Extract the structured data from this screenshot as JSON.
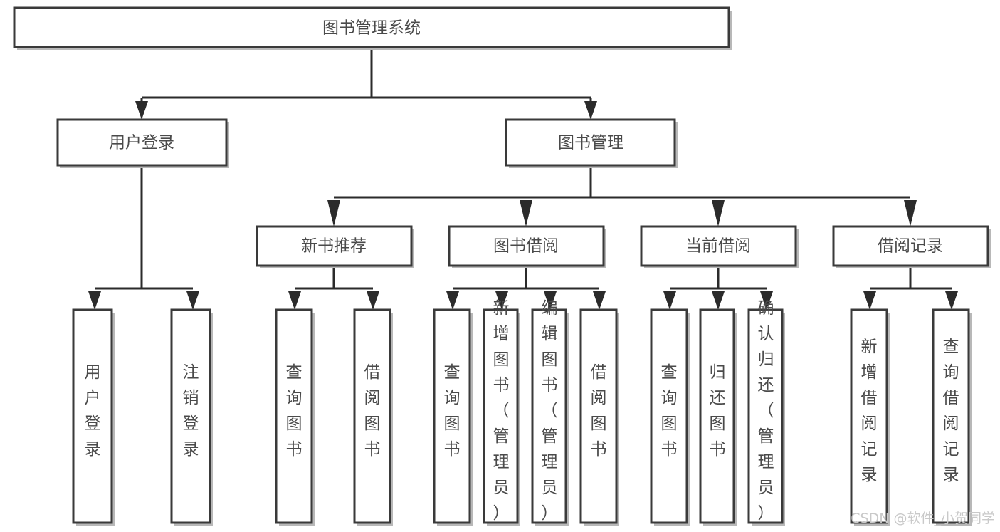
{
  "diagram": {
    "title": "图书管理系统",
    "type": "hierarchy-tree",
    "colors": {
      "box_border": "#3a3a3a",
      "box_fill": "#ffffff",
      "connector": "#2b2b2b",
      "label_text": "#4a4a4a",
      "watermark": "#c9c9c9",
      "background": "#ffffff"
    },
    "nodes": {
      "root": {
        "label": "图书管理系统"
      },
      "level2": [
        {
          "id": "user-login",
          "label": "用户登录"
        },
        {
          "id": "book-management",
          "label": "图书管理"
        }
      ],
      "level3": [
        {
          "id": "new-book-recommend",
          "label": "新书推荐"
        },
        {
          "id": "book-borrow",
          "label": "图书借阅"
        },
        {
          "id": "current-borrow",
          "label": "当前借阅"
        },
        {
          "id": "borrow-record",
          "label": "借阅记录"
        }
      ],
      "leaves": {
        "user_login": [
          {
            "id": "leaf-user-login",
            "label": "用户登录"
          },
          {
            "id": "leaf-logout-login",
            "label": "注销登录"
          }
        ],
        "new_book_recommend": [
          {
            "id": "leaf-query-book-1",
            "label": "查询图书"
          },
          {
            "id": "leaf-borrow-book-1",
            "label": "借阅图书"
          }
        ],
        "book_borrow": [
          {
            "id": "leaf-query-book-2",
            "label": "查询图书"
          },
          {
            "id": "leaf-add-book",
            "label": "新增图书（管理员）"
          },
          {
            "id": "leaf-edit-book",
            "label": "编辑图书（管理员）"
          },
          {
            "id": "leaf-borrow-book-2",
            "label": "借阅图书"
          }
        ],
        "current_borrow": [
          {
            "id": "leaf-query-book-3",
            "label": "查询图书"
          },
          {
            "id": "leaf-return-book",
            "label": "归还图书"
          },
          {
            "id": "leaf-confirm-return",
            "label": "确认归还（管理员）"
          }
        ],
        "borrow_record": [
          {
            "id": "leaf-add-record",
            "label": "新增借阅记录"
          },
          {
            "id": "leaf-query-record",
            "label": "查询借阅记录"
          }
        ]
      }
    },
    "watermark": "CSDN @软件_小贺同学"
  }
}
